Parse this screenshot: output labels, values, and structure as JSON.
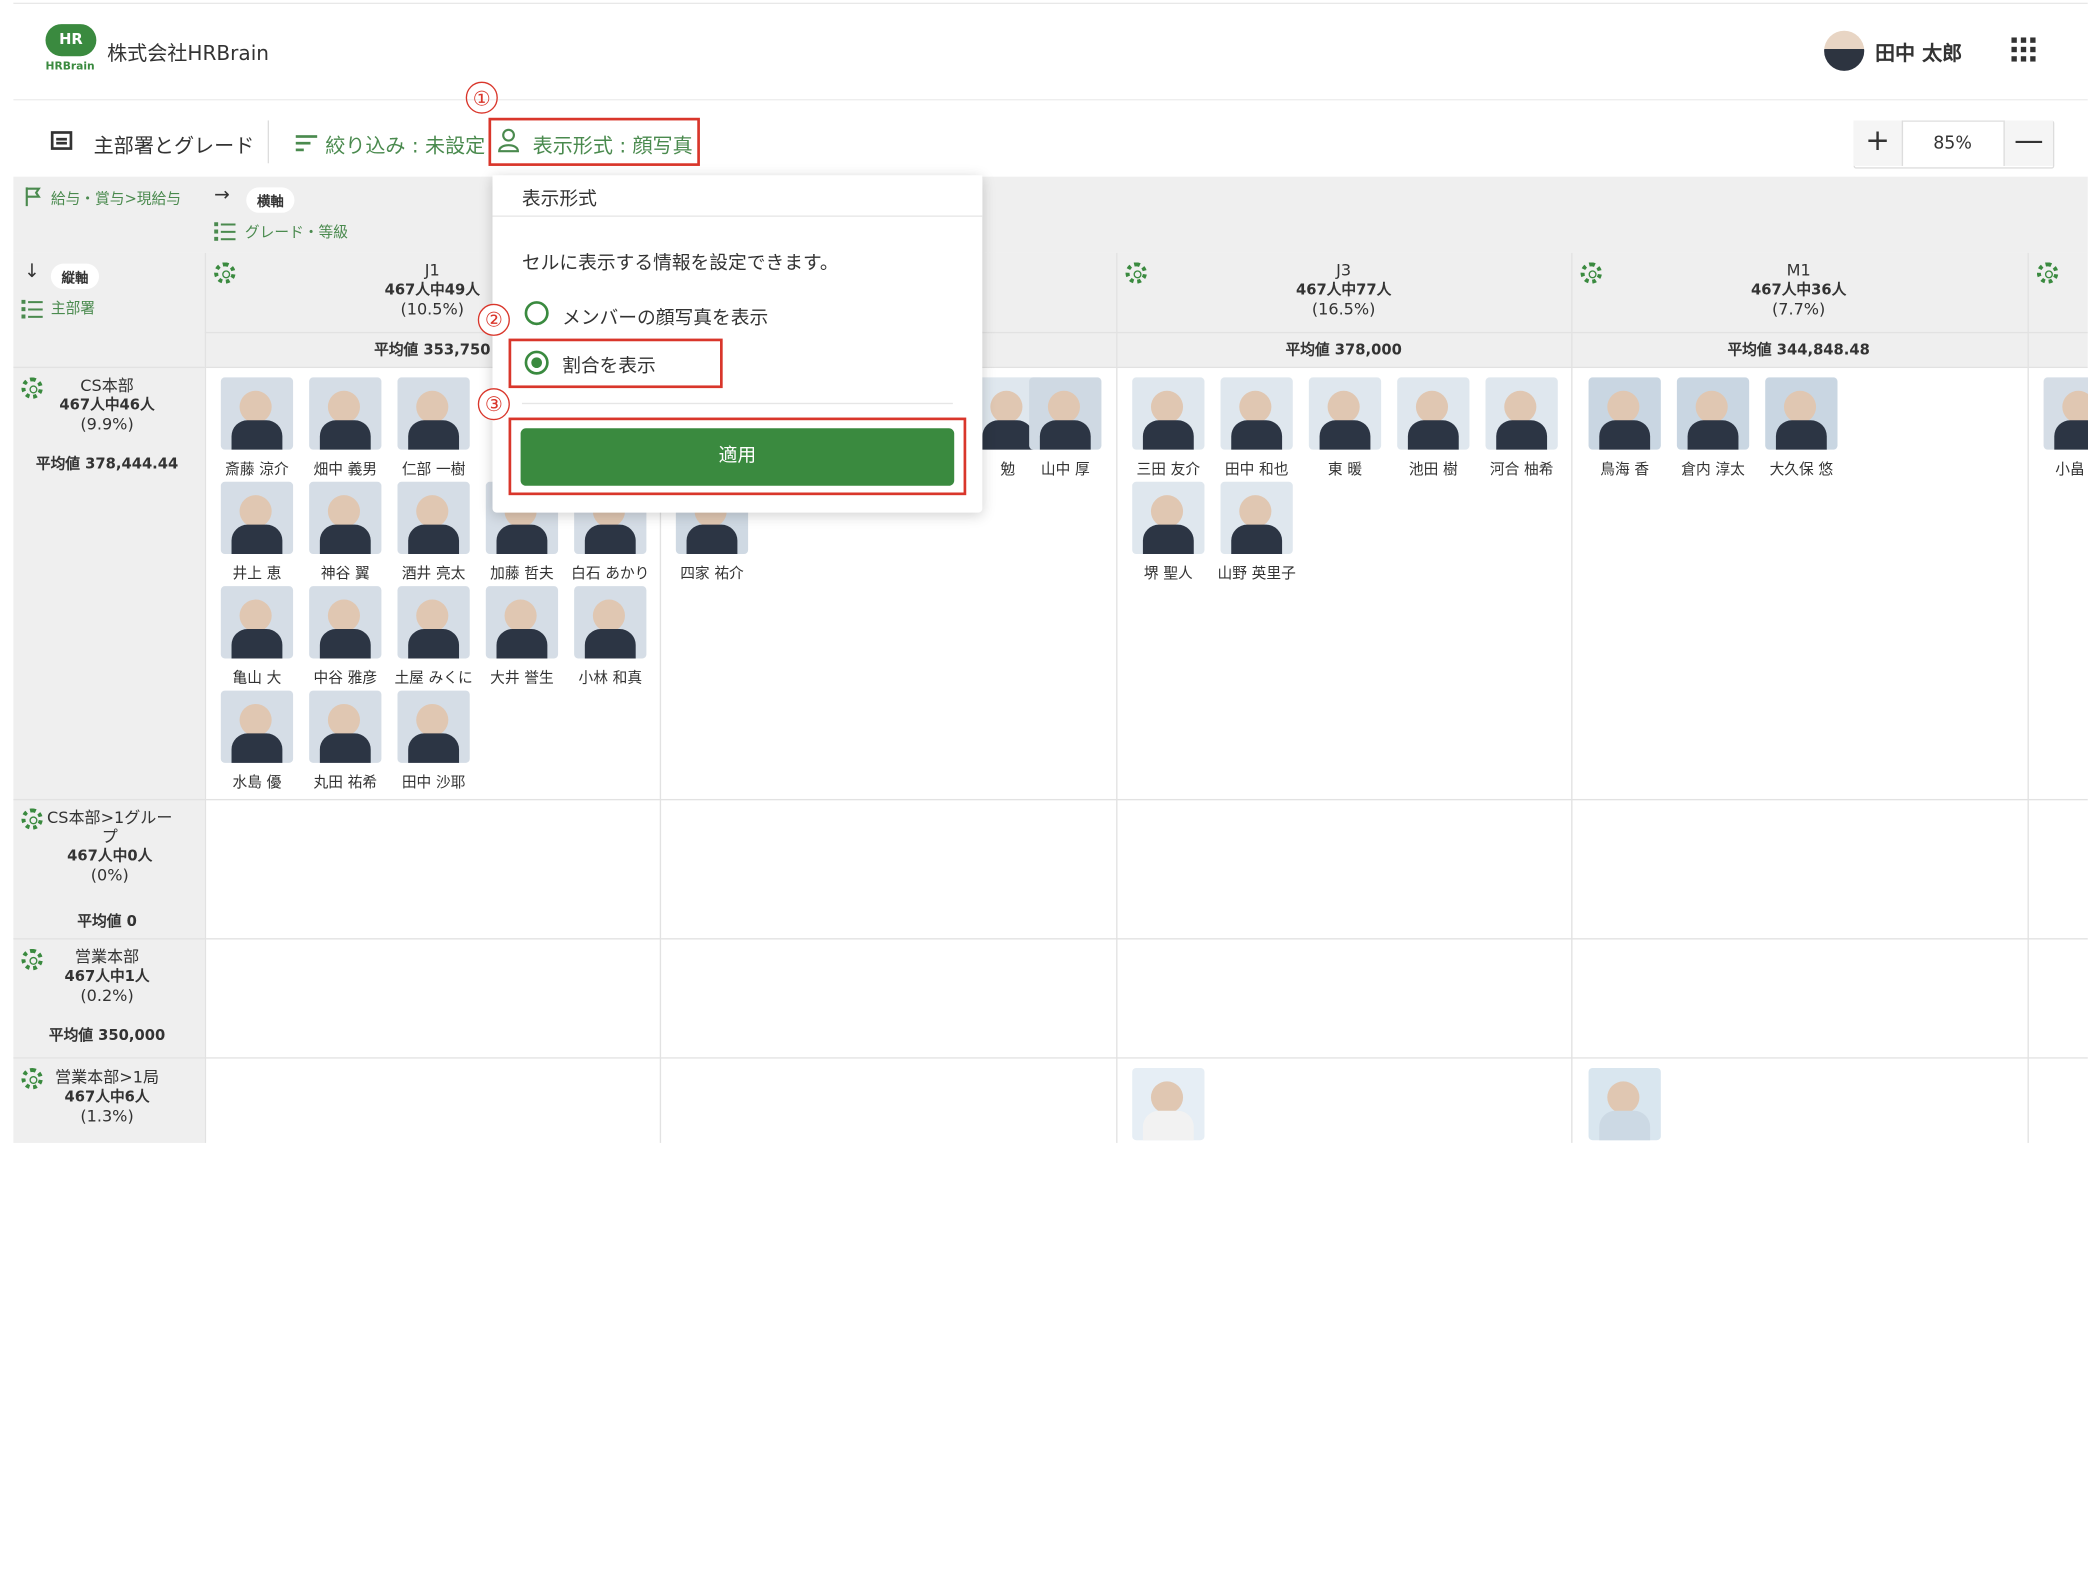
{
  "header": {
    "logo_text": "HR",
    "logo_sub": "HRBrain",
    "company": "株式会社HRBrain",
    "user_name": "田中 太郎"
  },
  "toolbar": {
    "main_dept_grade": "主部署とグレード",
    "filter": "絞り込み : 未設定",
    "display_format": "表示形式 : 顔写真",
    "zoom_plus": "+",
    "zoom_value": "85%",
    "zoom_minus": "—"
  },
  "annotations": {
    "a1": "①",
    "a2": "②",
    "a3": "③"
  },
  "grid": {
    "value_label": "給与・賞与>現給与",
    "x_axis_pill": "横軸",
    "x_axis_name": "グレード・等級",
    "y_axis_pill": "縦軸",
    "y_axis_name": "主部署",
    "columns": [
      {
        "name": "J1",
        "count": "467人中49人",
        "pct": "(10.5%)",
        "avg": "平均値  353,750"
      },
      {
        "name": "J3",
        "count": "467人中77人",
        "pct": "(16.5%)",
        "avg": "平均値  378,000"
      },
      {
        "name": "M1",
        "count": "467人中36人",
        "pct": "(7.7%)",
        "avg": "平均値  344,848.48"
      }
    ],
    "rows": [
      {
        "name": "CS本部",
        "count": "467人中46人",
        "pct": "(9.9%)",
        "avg": "平均値  378,444.44"
      },
      {
        "name": "CS本部>1グループ",
        "count": "467人中0人",
        "pct": "(0%)",
        "avg": "平均値  0"
      },
      {
        "name": "営業本部",
        "count": "467人中1人",
        "pct": "(0.2%)",
        "avg": "平均値  350,000"
      },
      {
        "name": "営業本部>1局",
        "count": "467人中6人",
        "pct": "(1.3%)"
      }
    ],
    "people_j1": [
      "斎藤 涼介",
      "畑中 義男",
      "仁部 一樹",
      "井上 恵",
      "神谷 翼",
      "酒井 亮太",
      "加藤 哲夫",
      "白石 あかり",
      "亀山 大",
      "中谷 雅彦",
      "土屋 みくに",
      "大井 誉生",
      "小林 和真",
      "水島 優",
      "丸田 祐希",
      "田中 沙耶"
    ],
    "people_j2": [
      "勉",
      "山中 厚",
      "四家 祐介"
    ],
    "people_j3": [
      "三田 友介",
      "田中 和也",
      "東 暖",
      "池田 樹",
      "河合 柚希",
      "堺 聖人",
      "山野 英里子"
    ],
    "people_m1": [
      "鳥海 香",
      "倉内 淳太",
      "大久保 悠"
    ],
    "people_m2": [
      "小畠 和"
    ]
  },
  "popup": {
    "title": "表示形式",
    "description": "セルに表示する情報を設定できます。",
    "option1": "メンバーの顔写真を表示",
    "option2": "割合を表示",
    "apply": "適用"
  }
}
